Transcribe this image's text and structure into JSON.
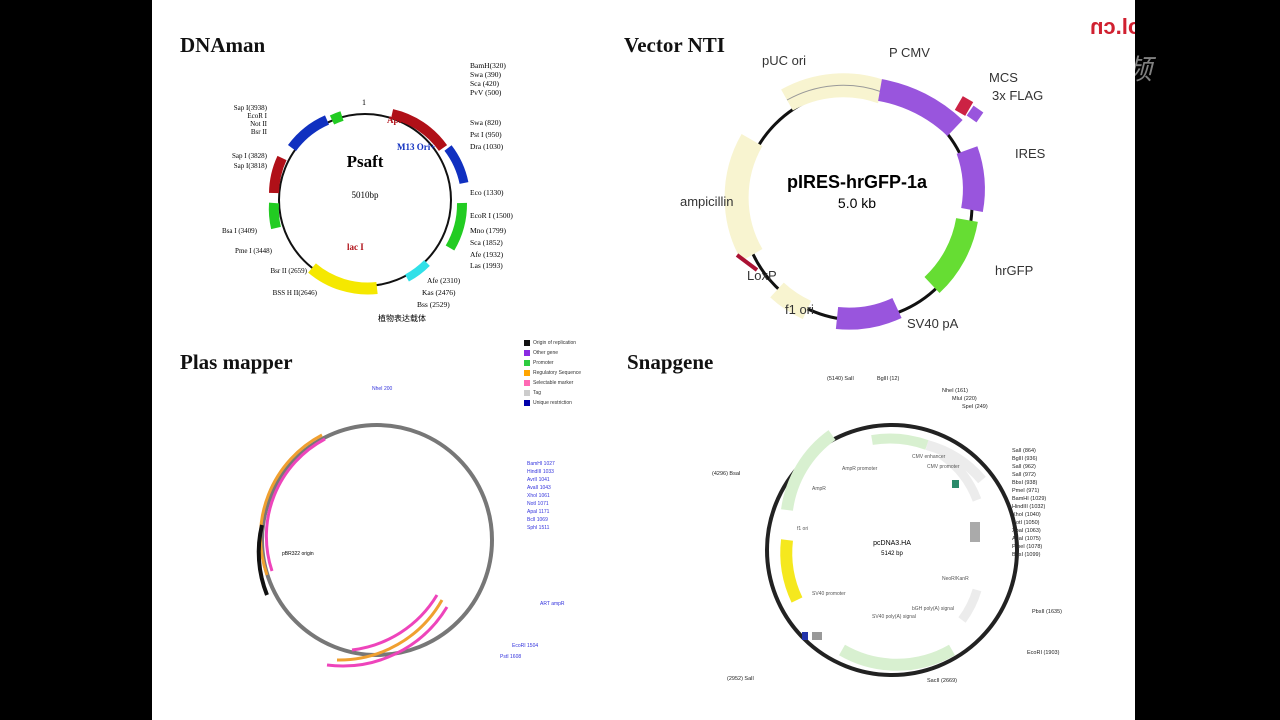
{
  "dnaman": {
    "title": "DNAman",
    "plasmid_name": "Psaft",
    "plasmid_size": "5010bp",
    "caption": "植物表达载体",
    "feature_labels": [
      "ApR",
      "M13 Ori+",
      "lac I"
    ],
    "sites_right": [
      "BamH(320)",
      "Swa (390)",
      "Sca (420)",
      "PvV (500)",
      "Swa (820)",
      "Pst I (950)",
      "Dra (1030)",
      "Eco (1330)",
      "EcoR I (1500)",
      "Mno (1799)",
      "Sca (1852)",
      "Afe (1932)",
      "Las (1993)"
    ],
    "sites_left": [
      "Sap I(3938)",
      "EcoR I",
      "Not II",
      "Bsr II",
      "Sap I (3828)",
      "Sap I(3818)",
      "Bsa I (3409)",
      "Pme I (3448)",
      "Bsr II (2659)",
      "BSS H II(2646)"
    ],
    "sites_bottom": [
      "Afe (2310)",
      "Kas (2476)",
      "Bss (2529)"
    ]
  },
  "vector_nti": {
    "title": "Vector NTI",
    "plasmid_name": "pIRES-hrGFP-1a",
    "plasmid_size": "5.0 kb",
    "labels": [
      "pUC ori",
      "P CMV",
      "MCS",
      "3x FLAG",
      "IRES",
      "hrGFP",
      "SV40 pA",
      "f1 ori",
      "LoxP",
      "ampicillin"
    ]
  },
  "plas_mapper": {
    "title": "Plas mapper",
    "legend": [
      {
        "label": "Origin of replication",
        "color": "#111111"
      },
      {
        "label": "Other gene",
        "color": "#8a2be2"
      },
      {
        "label": "Promoter",
        "color": "#2ecc40"
      },
      {
        "label": "Regulatory Sequence",
        "color": "#ffa500"
      },
      {
        "label": "Selectable marker",
        "color": "#ff69b4"
      },
      {
        "label": "Tag",
        "color": "#cccccc"
      },
      {
        "label": "Unique restriction",
        "color": "#0000aa"
      }
    ],
    "sites": [
      "NheI 200",
      "BamHI 1027",
      "HindIII 1033",
      "AvrII 1041",
      "AvaII 1043",
      "XhoI 1061",
      "NotI 1071",
      "ApaI 1171",
      "BclI 1069",
      "SphI 1511",
      "ART ampR",
      "EcoRI 1504",
      "PstI 1608"
    ],
    "ori_label": "pBR322 origin"
  },
  "snapgene": {
    "title": "Snapgene",
    "plasmid_name": "pcDNA3.HA",
    "plasmid_size": "5142 bp",
    "sites_top": [
      "(5140) SalI",
      "BglII (12)",
      "NheI (161)",
      "MluI (220)",
      "SpeI (249)"
    ],
    "sites_right": [
      "SalI (864)",
      "BglII (936)",
      "SalI (962)",
      "SalI (972)",
      "BbsI (938)",
      "PmeI (971)",
      "BamHI (1029)",
      "HindIII (1032)",
      "XhoI (1040)",
      "NotI (1050)",
      "XbaI (1063)",
      "ApaI (1075)",
      "PmeI (1078)",
      "BbsI (1099)",
      "PbsII (1635)",
      "EcoRI (1903)",
      "SacII (2669)"
    ],
    "sites_left": [
      "(4296) BsaI",
      "(2952) SalI"
    ],
    "features": [
      "AmpR",
      "AmpR promoter",
      "CMV enhancer",
      "CMV promoter",
      "f1 ori",
      "SV40 promoter",
      "NeoR/KanR",
      "SV40 poly(A) signal",
      "bGH poly(A) signal"
    ]
  },
  "watermark": {
    "site": "biotool.cn",
    "brand": "腾讯视频"
  }
}
